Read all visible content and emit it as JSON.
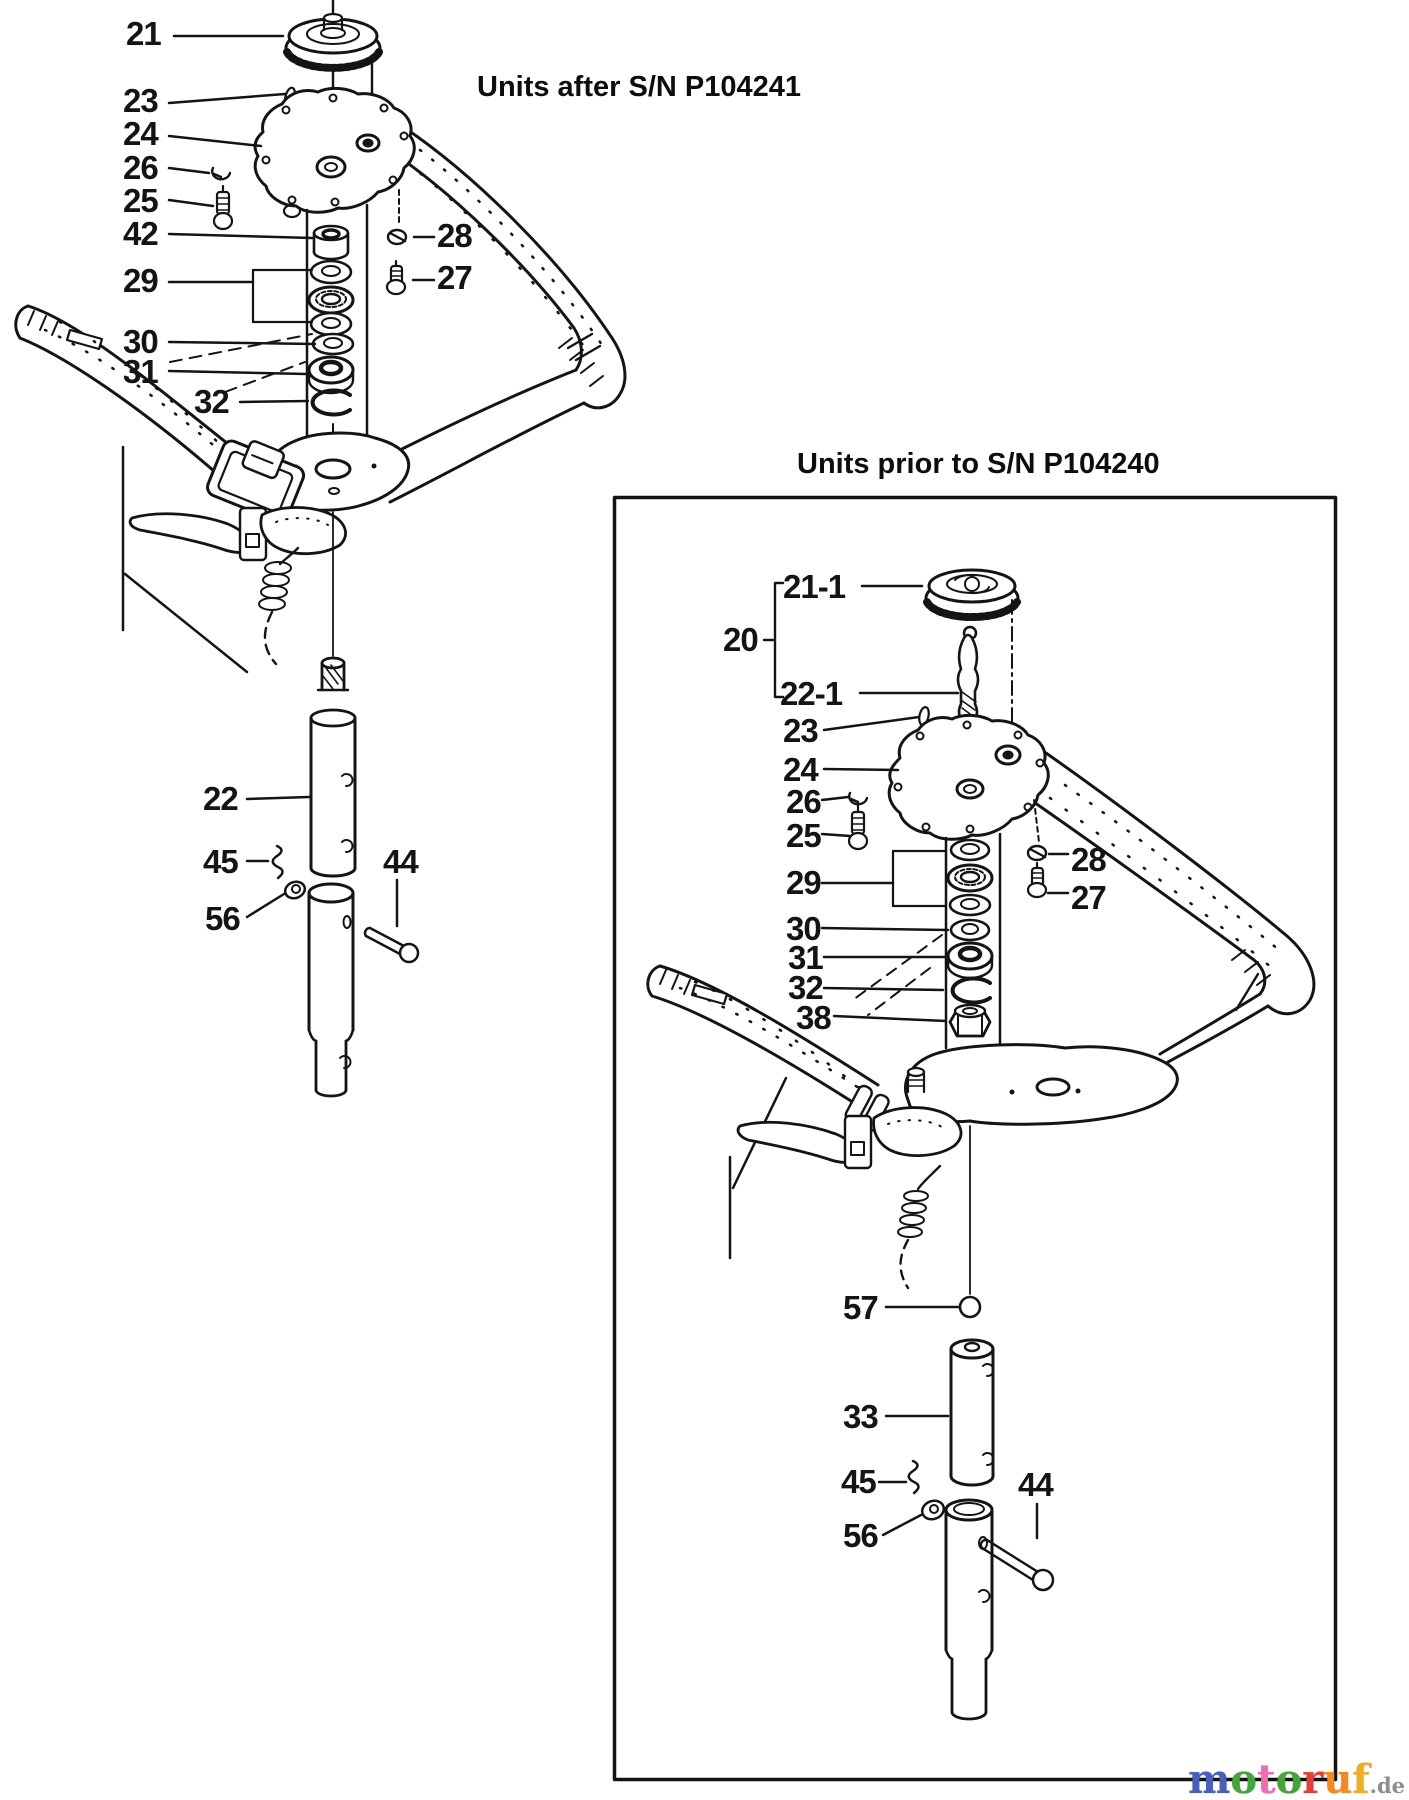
{
  "page": {
    "background": "#fffffe",
    "ink": "#141414"
  },
  "after": {
    "title": "Units after S/N P104241",
    "labels": [
      "21",
      "23",
      "24",
      "26",
      "25",
      "42",
      "29",
      "30",
      "31",
      "32",
      "28",
      "27",
      "22",
      "45",
      "56",
      "44"
    ]
  },
  "prior": {
    "title": "Units prior to S/N P104240",
    "labels": [
      "21-1",
      "20",
      "22-1",
      "23",
      "24",
      "26",
      "25",
      "29",
      "30",
      "31",
      "32",
      "38",
      "28",
      "27",
      "57",
      "33",
      "45",
      "56",
      "44"
    ]
  },
  "watermark": {
    "letters": [
      {
        "char": "m",
        "color": "#4a5fb8"
      },
      {
        "char": "o",
        "color": "#46a43c"
      },
      {
        "char": "t",
        "color": "#ec6fb2"
      },
      {
        "char": "o",
        "color": "#46a43c"
      },
      {
        "char": "r",
        "color": "#e0403a"
      },
      {
        "char": "u",
        "color": "#ef8b22"
      },
      {
        "char": "f",
        "color": "#eeb021"
      }
    ],
    "suffix": ".de",
    "suffix_color": "#8e8e8e"
  }
}
